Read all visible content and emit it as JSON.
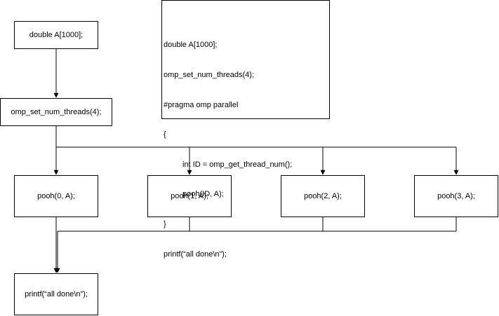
{
  "nodes": {
    "decl": "double A[1000];",
    "set_threads": "omp_set_num_threads(4);",
    "pooh0": "pooh(0, A);",
    "pooh1": "pooh(1, A);",
    "pooh2": "pooh(2, A);",
    "pooh3": "pooh(3, A);",
    "print": "printf(“all done\\n”);"
  },
  "code": {
    "lines": [
      "double A[1000];",
      "omp_set_num_threads(4);",
      "#pragma omp parallel",
      "{",
      "int ID = omp_get_thread_num();",
      "pooh(ID, A);",
      "}",
      "printf(“all done\\n”);"
    ]
  }
}
